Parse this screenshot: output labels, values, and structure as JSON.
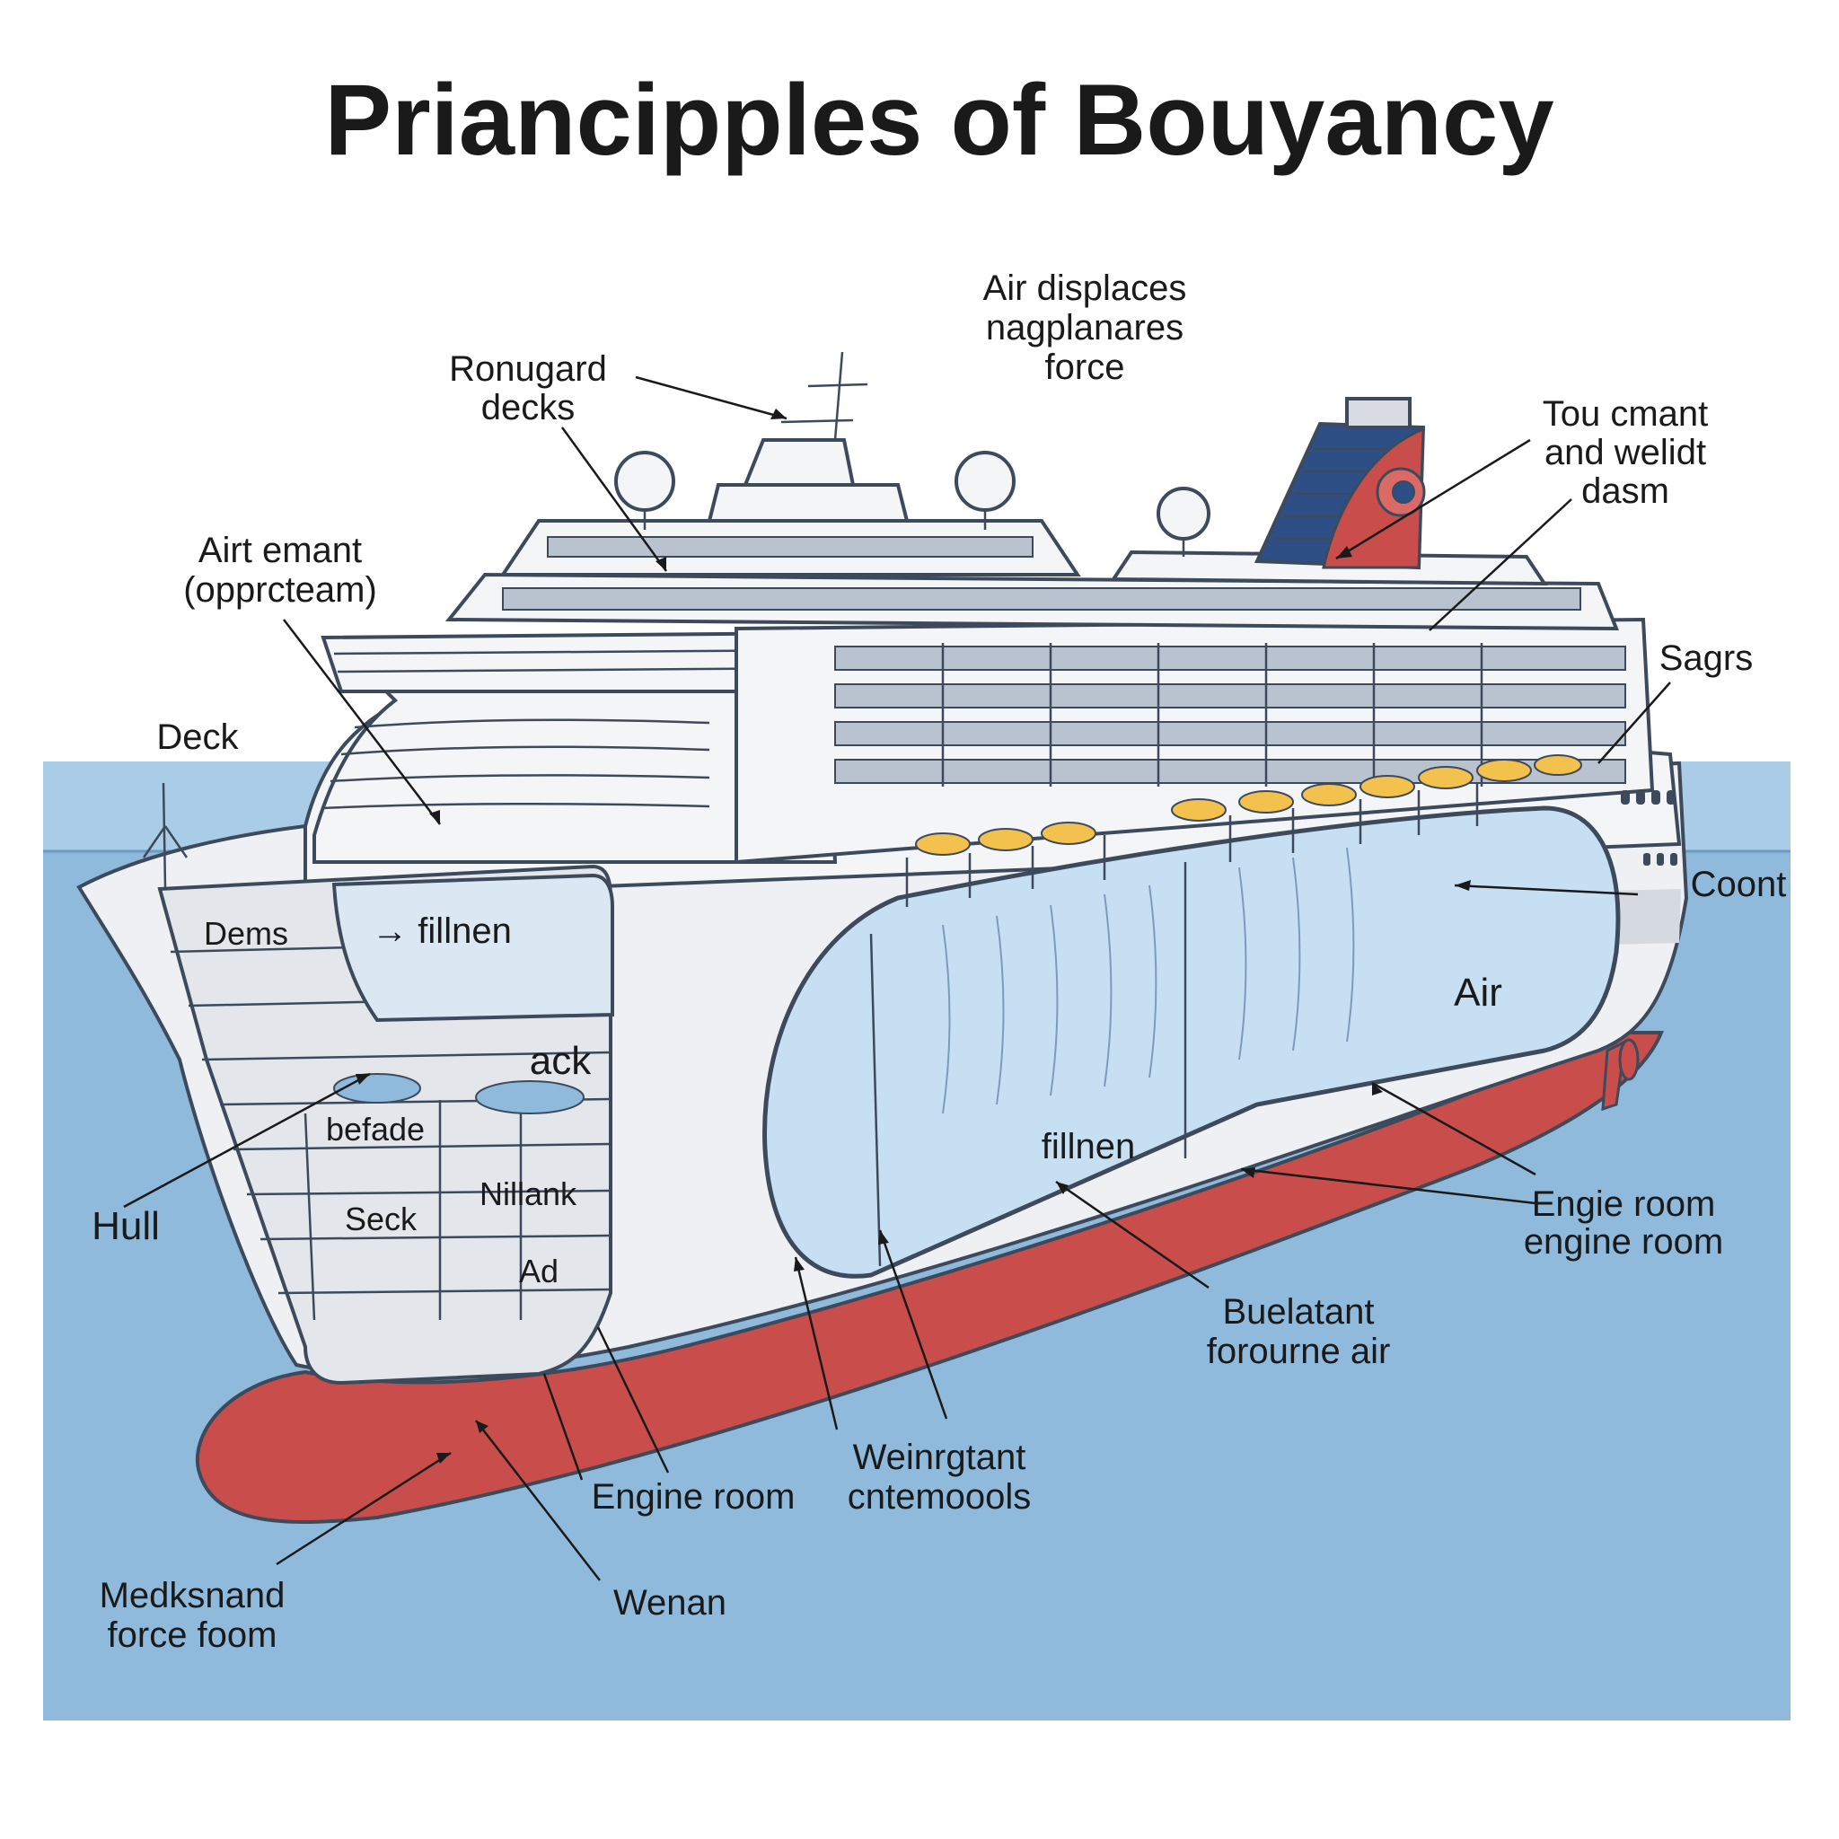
{
  "title": "Priancipples of Bouyancy",
  "colors": {
    "water": "#8fbadb",
    "water_top": "#a9cde6",
    "hull_red": "#c94d4a",
    "ship_white": "#f4f5f7",
    "funnel_blue": "#2d4f86",
    "tank_blue": "#c7dff2",
    "lifeboat": "#f2c14e"
  },
  "labels": {
    "ronugard_l1": "Ronugard",
    "ronugard_l2": "decks",
    "air_displaces_l1": "Air displaces",
    "air_displaces_l2": "nagplanares",
    "air_displaces_l3": "force",
    "tou_cmant_l1": "Tou cmant",
    "tou_cmant_l2": "and welidt",
    "tou_cmant_l3": "dasm",
    "airt_emant_l1": "Airt emant",
    "airt_emant_l2": "(opprcteam)",
    "sagrs": "Sagrs",
    "deck": "Deck",
    "coont": "Coont",
    "dems": "Dems",
    "fillnen_top": "→ fillnen",
    "air": "Air",
    "ack": "ack",
    "befade": "befade",
    "fillnen_tank": "fillnen",
    "nillank": "Nillank",
    "seck": "Seck",
    "ad": "Ad",
    "hull": "Hull",
    "engine_room_right_l1": "Engie room",
    "engine_room_right_l2": "engine room",
    "buelatant_l1": "Buelatant",
    "buelatant_l2": "forourne air",
    "weinrgtant_l1": "Weinrgtant",
    "weinrgtant_l2": "cntemoools",
    "engine_room_bottom": "Engine room",
    "medksnand_l1": "Medksnand",
    "medksnand_l2": "force foom",
    "wenan": "Wenan"
  }
}
